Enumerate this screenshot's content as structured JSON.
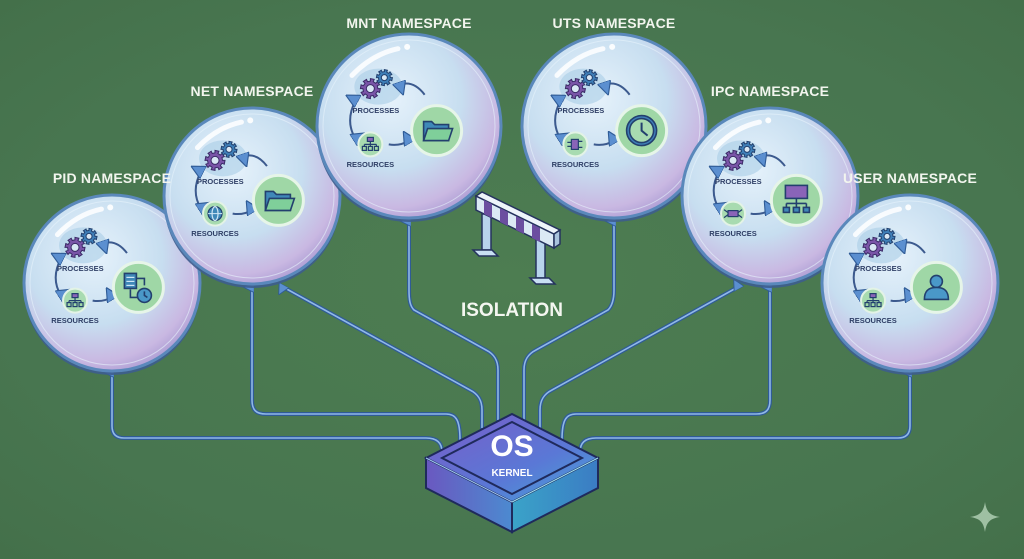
{
  "diagram": {
    "center_label": "ISOLATION",
    "kernel": {
      "title": "OS",
      "subtitle": "KERNEL"
    },
    "namespaces": [
      {
        "id": "pid",
        "label": "PID NAMESPACE",
        "processes_label": "PROCESSES",
        "resources_label": "RESOURCES",
        "resource_icon": "hierarchy-icon",
        "main_icon": "list-clock-icon"
      },
      {
        "id": "net",
        "label": "NET NAMESPACE",
        "processes_label": "PROCESSES",
        "resources_label": "RESOURCES",
        "resource_icon": "globe-icon",
        "main_icon": "folder-icon"
      },
      {
        "id": "mnt",
        "label": "MNT NAMESPACE",
        "processes_label": "PROCESSES",
        "resources_label": "RESOURCES",
        "resource_icon": "hierarchy-icon",
        "main_icon": "folder-icon"
      },
      {
        "id": "uts",
        "label": "UTS NAMESPACE",
        "processes_label": "PROCESSES",
        "resources_label": "RESOURCES",
        "resource_icon": "plug-icon",
        "main_icon": "clock-icon"
      },
      {
        "id": "ipc",
        "label": "IPC NAMESPACE",
        "processes_label": "PROCESSES",
        "resources_label": "RESOURCES",
        "resource_icon": "chip-icon",
        "main_icon": "monitor-network-icon"
      },
      {
        "id": "user",
        "label": "USER NAMESPACE",
        "processes_label": "PROCESSES",
        "resources_label": "RESOURCES",
        "resource_icon": "hierarchy-icon",
        "main_icon": "user-icon"
      }
    ]
  },
  "colors": {
    "background": "#4a7a4e",
    "connector": "#5b8fd0",
    "bubble_rim": "#4e7fb5",
    "gear_purple": "#7a55a8",
    "gear_blue": "#3f7fb8",
    "icon_green": "#9fd7a6",
    "label_text": "#2f3f66",
    "kernel_top": "#5d6fd0",
    "kernel_side": "#4a8fd0"
  },
  "watermark_icon": "sparkle-icon"
}
